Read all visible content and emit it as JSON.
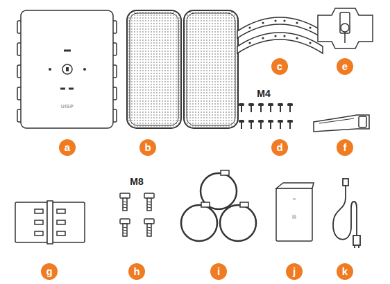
{
  "diagram": {
    "labels": [
      "UISP",
      "a",
      "b",
      "c",
      "M4",
      "d",
      "e",
      "f",
      "M8",
      "g",
      "h",
      "i",
      "j",
      "k"
    ]
  }
}
